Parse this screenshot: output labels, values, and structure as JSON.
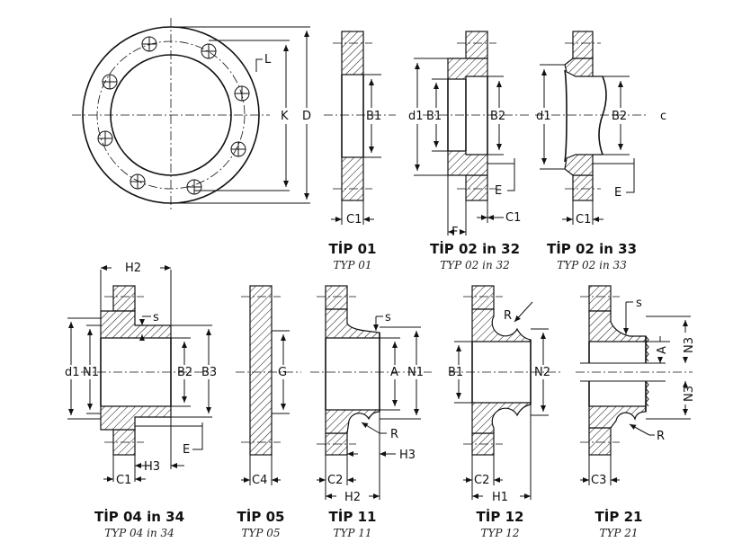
{
  "flange_top_view": {
    "labels": {
      "k": "K",
      "d": "D",
      "l": "L"
    }
  },
  "types": [
    {
      "id": "tip01",
      "title": "TİP 01",
      "subtitle": "TYP 01",
      "dims": [
        "B1",
        "C1"
      ]
    },
    {
      "id": "tip0232",
      "title": "TİP 02 in 32",
      "subtitle": "TYP 02 in 32",
      "dims": [
        "d1",
        "B1",
        "B2",
        "E",
        "F",
        "C1"
      ]
    },
    {
      "id": "tip0233",
      "title": "TİP 02 in 33",
      "subtitle": "TYP 02 in 33",
      "dims": [
        "d1",
        "B2",
        "E",
        "C1"
      ]
    },
    {
      "id": "tip0434",
      "title": "TİP 04 in 34",
      "subtitle": "TYP 04 in 34",
      "dims": [
        "H2",
        "s",
        "d1",
        "N1",
        "B2",
        "B3",
        "E",
        "H3",
        "C1"
      ]
    },
    {
      "id": "tip05",
      "title": "TİP 05",
      "subtitle": "TYP 05",
      "dims": [
        "G",
        "C4"
      ]
    },
    {
      "id": "tip11",
      "title": "TİP 11",
      "subtitle": "TYP 11",
      "dims": [
        "s",
        "A",
        "N1",
        "R",
        "H3",
        "C2",
        "H2"
      ]
    },
    {
      "id": "tip12",
      "title": "TİP 12",
      "subtitle": "TYP 12",
      "dims": [
        "R",
        "B1",
        "N2",
        "C2",
        "H1"
      ]
    },
    {
      "id": "tip21",
      "title": "TİP 21",
      "subtitle": "TYP 21",
      "dims": [
        "s",
        "A",
        "N3",
        "N3",
        "R",
        "C3"
      ]
    }
  ],
  "cutoff_mark": "c"
}
